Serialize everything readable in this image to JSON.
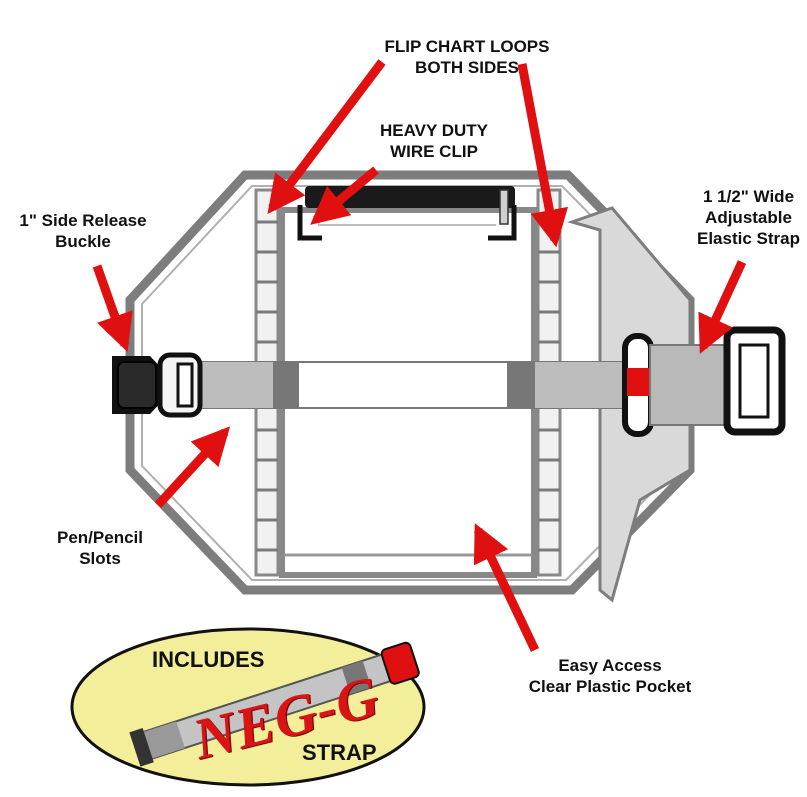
{
  "labels": {
    "flip_chart_line1": "FLIP CHART LOOPS",
    "flip_chart_line2": "BOTH SIDES",
    "wire_clip_line1": "HEAVY DUTY",
    "wire_clip_line2": "WIRE CLIP",
    "buckle_line1": "1\" Side Release",
    "buckle_line2": "Buckle",
    "strap_line1": "1 1/2\" Wide",
    "strap_line2": "Adjustable",
    "strap_line3": "Elastic Strap",
    "pen_line1": "Pen/Pencil",
    "pen_line2": "Slots",
    "pocket_line1": "Easy Access",
    "pocket_line2": "Clear Plastic Pocket"
  },
  "badge": {
    "includes": "INCLUDES",
    "brand": "NEG-G",
    "strap": "STRAP"
  },
  "colors": {
    "arrow": "#e11010",
    "frame": "#8a8a8a",
    "badge_fill": "#f3ee9a",
    "brand": "#d81414"
  }
}
